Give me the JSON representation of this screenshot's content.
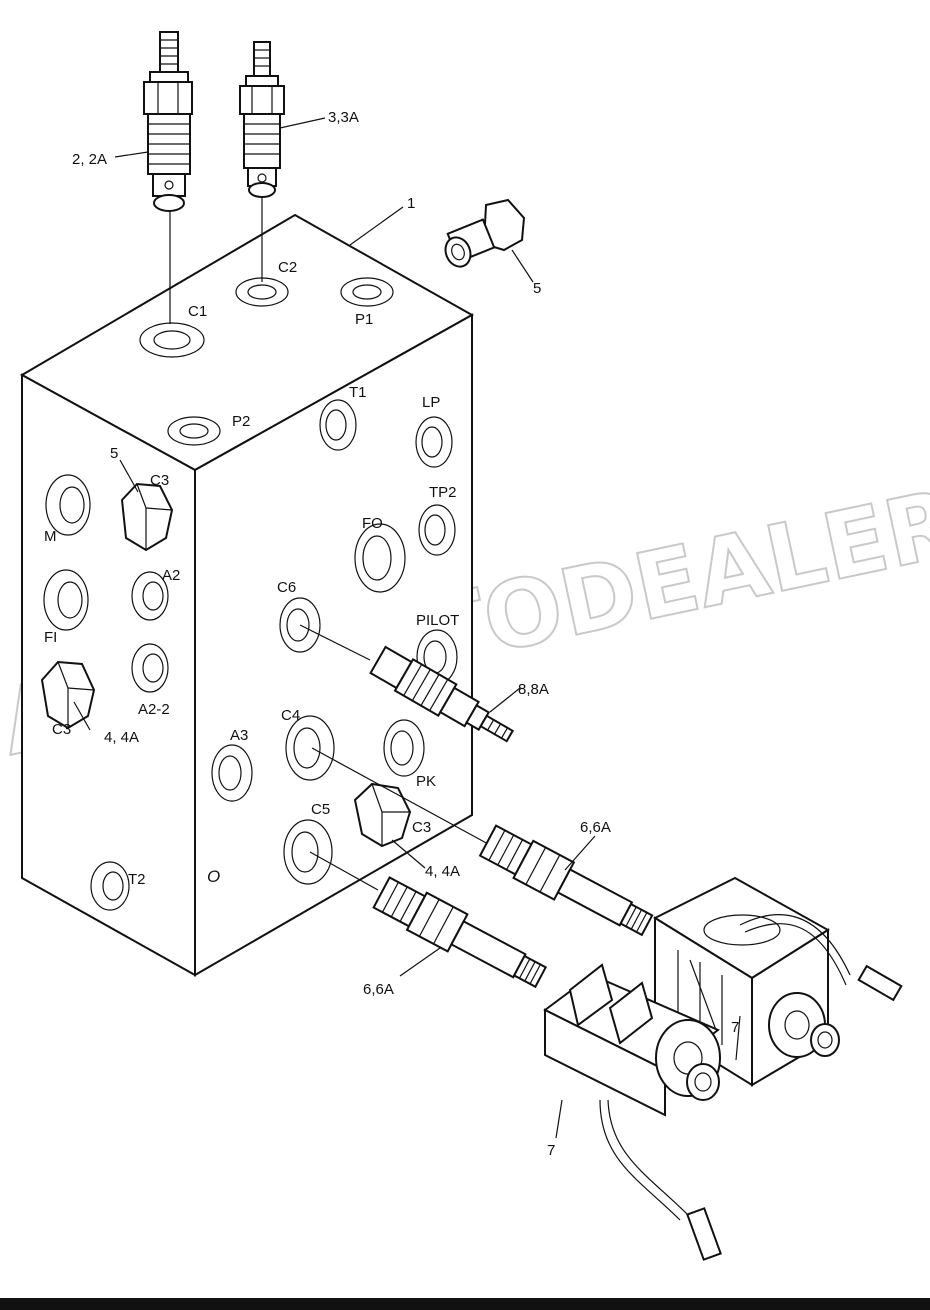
{
  "watermark": "ACAT.AUTODEALER.RU",
  "labels": {
    "part_1": "1",
    "part_2": "2, 2A",
    "part_3": "3,3A",
    "part_5_top": "5",
    "part_5_left": "5",
    "part_4_left": "4, 4A",
    "part_4_right": "4, 4A",
    "part_6_right": "6,6A",
    "part_6_bottom": "6,6A",
    "part_7_left": "7",
    "part_7_right": "7",
    "part_8": "8,8A",
    "port_c1": "C1",
    "port_c2": "C2",
    "port_p1": "P1",
    "port_p2": "P2",
    "port_t1": "T1",
    "port_lp": "LP",
    "port_tp2": "TP2",
    "port_fo": "FO",
    "port_pilot": "PILOT",
    "port_c6": "C6",
    "port_c3_upper": "C3",
    "port_c3_lower": "C3",
    "port_c3_right": "C3",
    "port_m": "M",
    "port_fi": "FI",
    "port_a2": "A2",
    "port_a2_2": "A2-2",
    "port_a3": "A3",
    "port_c4": "C4",
    "port_pk": "PK",
    "port_c5": "C5",
    "port_t2": "T2",
    "port_o": "O"
  }
}
